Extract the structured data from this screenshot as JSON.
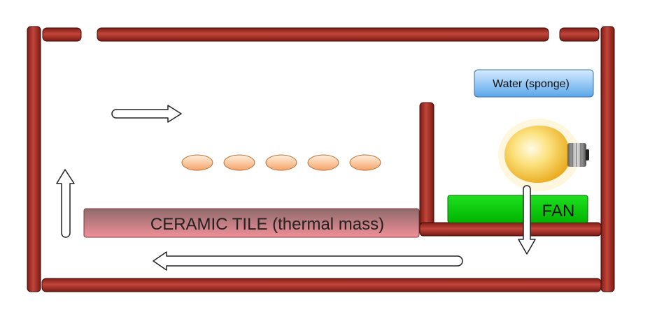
{
  "labels": {
    "tile": "CERAMIC TILE (thermal mass)",
    "water": "Water (sponge)",
    "fan": "FAN"
  },
  "icons": {
    "bulb": "light-bulb-icon",
    "airflow": "arrow-icon"
  },
  "colors": {
    "wall": "#a02a20",
    "tile": "#c96f78",
    "water": "#7fbdf2",
    "fan": "#00c800",
    "egg": "#f6b27e",
    "bulb": "#f7cf48"
  },
  "egg_count": 5
}
